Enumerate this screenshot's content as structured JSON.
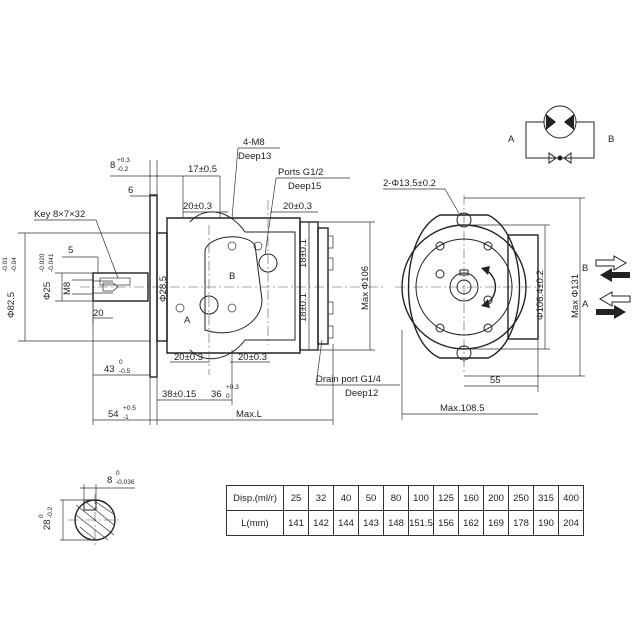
{
  "side_view": {
    "key_label": "Key 8×7×32",
    "dim_8_top": "8",
    "dim_8_tol_up": "+0.3",
    "dim_8_tol_dn": "-0.2",
    "dim_6": "6",
    "dim_17": "17±0.5",
    "dim_4m8": "4-M8",
    "dim_deep13": "Deep13",
    "ports_label": "Ports G1/2",
    "ports_deep": "Deep15",
    "dim_20_left": "20±0.3",
    "dim_20_right": "20±0.3",
    "dim_5": "5",
    "dim_m8": "M8",
    "dim_20_shaft": "20",
    "dim_82": "Φ82.5",
    "dim_82_tol_up": "-0.01",
    "dim_82_tol_dn": "-0.04",
    "dim_25": "Φ25",
    "dim_25_tol_up": "-0.020",
    "dim_25_tol_dn": "-0.041",
    "dim_28": "Φ28.5",
    "port_b": "B",
    "port_a": "A",
    "dim_18_top": "18±0.1",
    "dim_18_bot": "18±0.1",
    "dim_max106": "Max Φ106",
    "dim_20_bot_left": "20±0.3",
    "dim_20_bot_right": "20±0.3",
    "drain_label": "Drain port G1/4",
    "drain_deep": "Deep12",
    "dim_43": "43",
    "dim_43_tol_up": "0",
    "dim_43_tol_dn": "-0.5",
    "dim_38": "38±0.15",
    "dim_36": "36",
    "dim_36_tol_up": "+0.3",
    "dim_36_tol_dn": "0",
    "dim_54": "54",
    "dim_54_tol_up": "+0.5",
    "dim_54_tol_dn": "-1",
    "dim_maxl": "Max.L"
  },
  "front_view": {
    "holes_label": "2-Φ13.5±0.2",
    "dim_106": "Φ106.4±0.2",
    "dim_max131": "Max Φ131",
    "dim_55": "55",
    "dim_max108": "Max.108.5",
    "arrow_b": "B",
    "arrow_a": "A"
  },
  "symbol": {
    "label_a": "A",
    "label_b": "B"
  },
  "key_section": {
    "dim_8": "8",
    "dim_8_tol_up": "0",
    "dim_8_tol_dn": "-0.036",
    "dim_28": "28",
    "dim_28_tol_up": "0",
    "dim_28_tol_dn": "-0.2"
  },
  "spec_table": {
    "disp_header": "Disp.(ml/r)",
    "len_header": "L(mm)",
    "displacements": [
      "25",
      "32",
      "40",
      "50",
      "80",
      "100",
      "125",
      "160",
      "200",
      "250",
      "315",
      "400"
    ],
    "lengths": [
      "141",
      "142",
      "144",
      "143",
      "148",
      "151.5",
      "156",
      "162",
      "169",
      "178",
      "190",
      "204"
    ]
  }
}
